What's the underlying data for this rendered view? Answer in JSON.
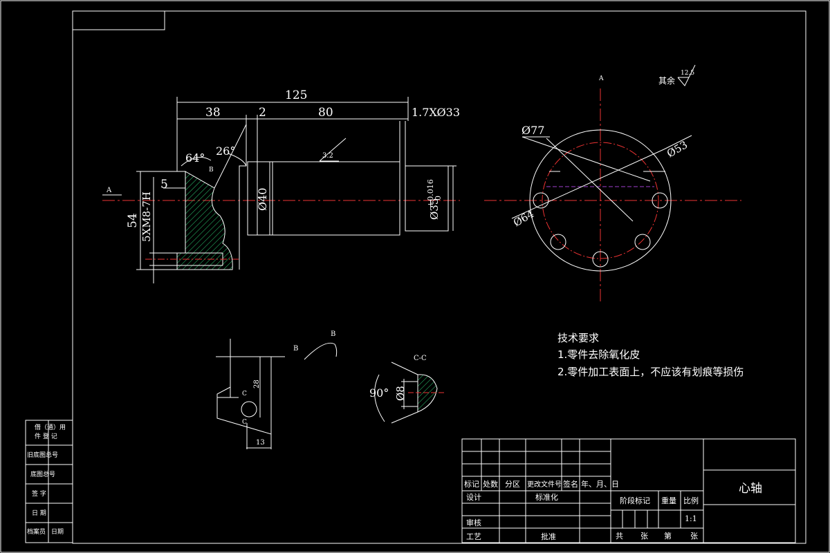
{
  "dims": {
    "total": "125",
    "d38": "38",
    "d2": "2",
    "d80": "80",
    "d5": "5",
    "d54": "54",
    "thread": "5XM8-7H",
    "chamfer_groove": "1.7XØ33",
    "dia40": "Ø40",
    "dia35": "Ø35",
    "tol_upper": "+0.016",
    "tol_lower": "0",
    "angle64": "64°",
    "angle26": "26°",
    "rough32": "3.2",
    "dia77": "Ø77",
    "dia53": "Ø53",
    "dia64": "Ø64",
    "rest_rough_label": "其余",
    "rest_rough_value": "12.5",
    "view_a": "A",
    "view_a2": "A",
    "view_b": "B",
    "view_b_arrow": "B",
    "view_b2": "B",
    "d28": "28",
    "d13": "13",
    "c1": "C",
    "c2": "C",
    "section_cc": "C-C",
    "angle90": "90°",
    "dia8": "Ø8"
  },
  "notes": {
    "title": "技术要求",
    "items": [
      "1.零件去除氧化皮",
      "2.零件加工表面上，不应该有划痕等损伤"
    ]
  },
  "left_strip": [
    "借（通）用",
    "件 登 记",
    "旧底图总号",
    "底图总号",
    "签   字",
    "日   期",
    "档案员",
    "日期"
  ],
  "title_block": {
    "part_name": "心轴",
    "headers": [
      "标记",
      "处数",
      "分区",
      "更改文件号",
      "签名",
      "年、月、日"
    ],
    "design": "设计",
    "standardize": "标准化",
    "stage": "阶段标记",
    "weight": "重量",
    "scale_label": "比例",
    "scale_value": "1:1",
    "review": "审核",
    "process": "工艺",
    "approve": "批准",
    "total_sheets": "共",
    "sheets": "张",
    "sheet_no": "第",
    "sheet": "张"
  }
}
